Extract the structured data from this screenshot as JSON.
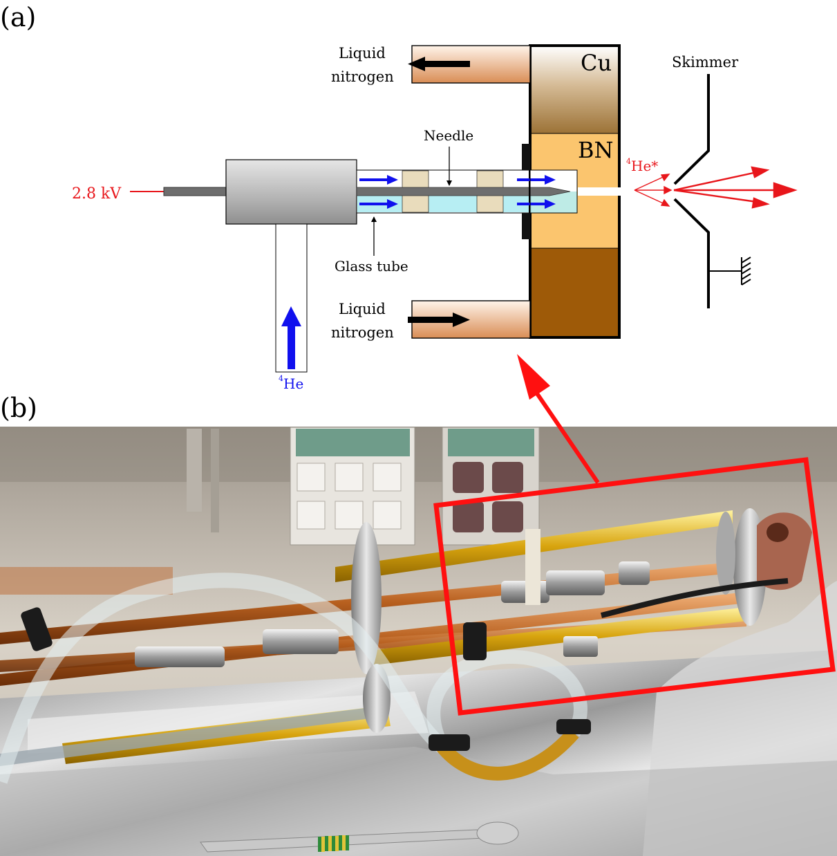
{
  "panels": {
    "a_label": "(a)",
    "b_label": "(b)"
  },
  "schematic": {
    "voltage_label": "2.8 kV",
    "liquid_nitrogen_top": [
      "Liquid",
      "nitrogen"
    ],
    "liquid_nitrogen_bottom": [
      "Liquid",
      "nitrogen"
    ],
    "cu_label": "Cu",
    "bn_label": "BN",
    "needle_label": "Needle",
    "glass_tube_label": "Glass tube",
    "skimmer_label": "Skimmer",
    "he_star_label": "He*",
    "he_star_mass": "4",
    "he_in_label": "He",
    "he_in_mass": "4"
  },
  "photo": {
    "description_icon": "photo-of-apparatus"
  },
  "colors": {
    "red": "#e8161b",
    "blue": "#1010ee",
    "copper_dark": "#9e5a08",
    "bn": "#fbc56e",
    "glass": "#b7eef3"
  }
}
